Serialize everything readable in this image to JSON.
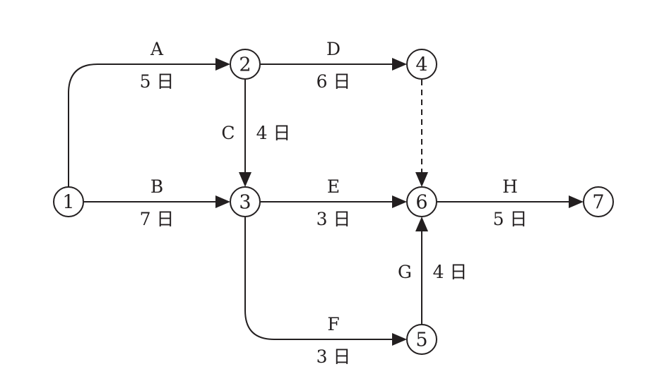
{
  "nodes": [
    {
      "id": "n1",
      "label": "1"
    },
    {
      "id": "n2",
      "label": "2"
    },
    {
      "id": "n3",
      "label": "3"
    },
    {
      "id": "n4",
      "label": "4"
    },
    {
      "id": "n5",
      "label": "5"
    },
    {
      "id": "n6",
      "label": "6"
    },
    {
      "id": "n7",
      "label": "7"
    }
  ],
  "activities": [
    {
      "name": "A",
      "duration": "5 日",
      "from": "1",
      "to": "2"
    },
    {
      "name": "B",
      "duration": "7 日",
      "from": "1",
      "to": "3"
    },
    {
      "name": "C",
      "duration": "4 日",
      "from": "2",
      "to": "3"
    },
    {
      "name": "D",
      "duration": "6 日",
      "from": "2",
      "to": "4"
    },
    {
      "name": "E",
      "duration": "3 日",
      "from": "3",
      "to": "6"
    },
    {
      "name": "F",
      "duration": "3 日",
      "from": "3",
      "to": "5"
    },
    {
      "name": "G",
      "duration": "4 日",
      "from": "5",
      "to": "6"
    },
    {
      "name": "H",
      "duration": "5 日",
      "from": "6",
      "to": "7"
    }
  ],
  "dummy_activities": [
    {
      "from": "4",
      "to": "6"
    }
  ],
  "colors": {
    "line": "#231f20",
    "background": "#ffffff"
  }
}
